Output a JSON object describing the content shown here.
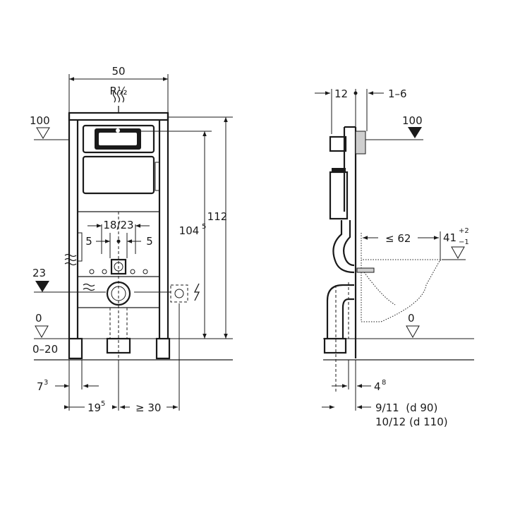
{
  "front_view": {
    "width": "50",
    "thread": "R½",
    "height_total": "112",
    "height_inner": "104",
    "height_inner_sup": "5",
    "pipe_spacing": "18/23",
    "offset_left": "5",
    "offset_right": "5",
    "level_top": "100",
    "level_mid": "23",
    "level_floor": "0",
    "floor_range": "0–20",
    "dim_foot": "7",
    "dim_foot_sup": "3",
    "dim_drain": "19",
    "dim_drain_sup": "5",
    "dim_power": "≥ 30"
  },
  "side_view": {
    "depth_frame": "12",
    "depth_wall": "1–6",
    "level_top": "100",
    "bowl_length": "≤ 62",
    "bowl_height": "41",
    "bowl_height_plus": "+2",
    "bowl_height_minus": "−1",
    "level_floor": "0",
    "dim_foot": "4",
    "dim_foot_sup": "8",
    "dim_drain_90": "9/11  (d 90)",
    "dim_drain_110": "10/12 (d 110)"
  }
}
